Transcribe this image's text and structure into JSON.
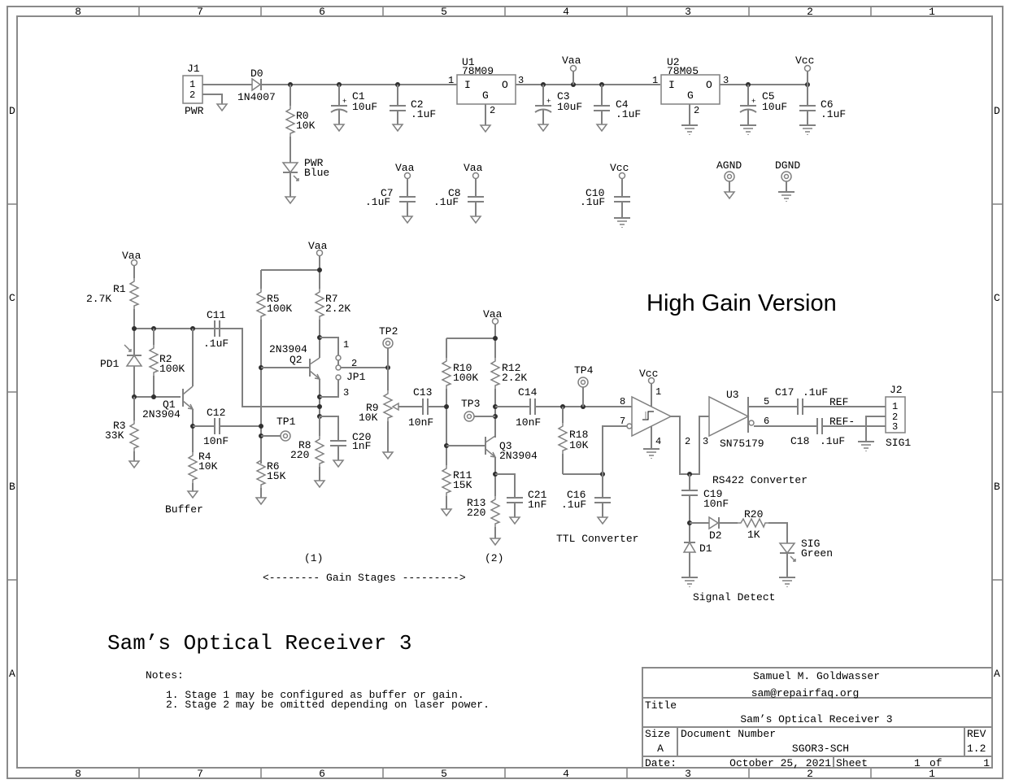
{
  "frame": {
    "columns": [
      "8",
      "7",
      "6",
      "5",
      "4",
      "3",
      "2",
      "1"
    ],
    "rows": [
      "D",
      "C",
      "B",
      "A"
    ]
  },
  "heading": "High Gain Version",
  "title_big": "Sam’s Optical Receiver 3",
  "notes": {
    "label": "Notes:",
    "items": [
      "1. Stage 1 may be configured as buffer or gain.",
      "2. Stage 2 may be omitted depending on laser power."
    ]
  },
  "sections": {
    "buffer": "Buffer",
    "stage1": "(1)",
    "stage2": "(2)",
    "gain_stages": "<-------- Gain Stages --------->",
    "ttl": "TTL Converter",
    "rs422": "RS422 Converter",
    "signal_detect": "Signal Detect"
  },
  "power": {
    "J1": {
      "ref": "J1",
      "pins": [
        "1",
        "2"
      ],
      "name": "PWR"
    },
    "D0": {
      "ref": "D0",
      "value": "1N4007"
    },
    "R0": {
      "ref": "R0",
      "value": "10K"
    },
    "LED_PWR": {
      "ref": "PWR",
      "value": "Blue"
    },
    "C1": {
      "ref": "C1",
      "value": "10uF"
    },
    "C2": {
      "ref": "C2",
      "value": ".1uF"
    },
    "U1": {
      "ref": "U1",
      "value": "78M09",
      "pin_in": "1",
      "pin_out": "3",
      "pin_gnd": "2",
      "I": "I",
      "O": "O",
      "G": "G"
    },
    "C3": {
      "ref": "C3",
      "value": "10uF"
    },
    "C4": {
      "ref": "C4",
      "value": ".1uF"
    },
    "U2": {
      "ref": "U2",
      "value": "78M05",
      "pin_in": "1",
      "pin_out": "3",
      "pin_gnd": "2",
      "I": "I",
      "O": "O",
      "G": "G"
    },
    "C5": {
      "ref": "C5",
      "value": "10uF"
    },
    "C6": {
      "ref": "C6",
      "value": ".1uF"
    },
    "C7": {
      "ref": "C7",
      "value": ".1uF"
    },
    "C8": {
      "ref": "C8",
      "value": ".1uF"
    },
    "C10": {
      "ref": "C10",
      "value": ".1uF"
    },
    "AGND": "AGND",
    "DGND": "DGND",
    "vaa": "Vaa",
    "vcc": "Vcc"
  },
  "stage1": {
    "R1": {
      "ref": "R1",
      "value": "2.7K"
    },
    "PD1": {
      "ref": "PD1"
    },
    "R2": {
      "ref": "R2",
      "value": "100K"
    },
    "R3": {
      "ref": "R3",
      "value": "33K"
    },
    "Q1": {
      "ref": "Q1",
      "value": "2N3904"
    },
    "R4": {
      "ref": "R4",
      "value": "10K"
    },
    "C11": {
      "ref": "C11",
      "value": ".1uF"
    },
    "C12": {
      "ref": "C12",
      "value": "10nF"
    },
    "TP1": "TP1",
    "R5": {
      "ref": "R5",
      "value": "100K"
    },
    "R6": {
      "ref": "R6",
      "value": "15K"
    },
    "R7": {
      "ref": "R7",
      "value": "2.2K"
    },
    "Q2": {
      "ref": "Q2",
      "value": "2N3904"
    },
    "JP1": {
      "ref": "JP1",
      "pins": [
        "1",
        "2",
        "3"
      ]
    },
    "R8": {
      "ref": "R8",
      "value": "220"
    },
    "C20": {
      "ref": "C20",
      "value": "1nF"
    },
    "TP2": "TP2",
    "R9": {
      "ref": "R9",
      "value": "10K"
    }
  },
  "stage2": {
    "C13": {
      "ref": "C13",
      "value": "10nF"
    },
    "R10": {
      "ref": "R10",
      "value": "100K"
    },
    "R11": {
      "ref": "R11",
      "value": "15K"
    },
    "R12": {
      "ref": "R12",
      "value": "2.2K"
    },
    "TP3": "TP3",
    "Q3": {
      "ref": "Q3",
      "value": "2N3904"
    },
    "R13": {
      "ref": "R13",
      "value": "220"
    },
    "C21": {
      "ref": "C21",
      "value": "1nF"
    }
  },
  "ttl": {
    "C14": {
      "ref": "C14",
      "value": "10nF"
    },
    "TP4": "TP4",
    "R18": {
      "ref": "R18",
      "value": "10K"
    },
    "C16": {
      "ref": "C16",
      "value": ".1uF"
    },
    "comparator_pins": {
      "in_plus": "8",
      "in_minus": "7",
      "vcc": "1",
      "gnd": "4",
      "out": "2"
    }
  },
  "rs422": {
    "U3": {
      "ref": "U3",
      "value": "SN75179",
      "pin_in": "3",
      "pin_out_p": "5",
      "pin_out_n": "6"
    },
    "C17": {
      "ref": "C17",
      "value": ".1uF"
    },
    "C18": {
      "ref": "C18",
      "value": ".1uF"
    },
    "net_ref": "REF",
    "net_ref_n": "REF-",
    "J2": {
      "ref": "J2",
      "pins": [
        "1",
        "2",
        "3"
      ],
      "name": "SIG1"
    }
  },
  "detect": {
    "C19": {
      "ref": "C19",
      "value": "10nF"
    },
    "D1": {
      "ref": "D1"
    },
    "D2": {
      "ref": "D2"
    },
    "R20": {
      "ref": "R20",
      "value": "1K"
    },
    "LED_SIG": {
      "ref": "SIG",
      "value": "Green"
    }
  },
  "title_block": {
    "author": "Samuel M. Goldwasser",
    "email": "sam@repairfaq.org",
    "title_label": "Title",
    "title": "Sam’s Optical Receiver 3",
    "size_label": "Size",
    "size": "A",
    "docnum_label": "Document Number",
    "docnum": "SGOR3-SCH",
    "rev_label": "REV",
    "rev": "1.2",
    "date_label": "Date:",
    "date": "October 25, 2021",
    "sheet_label": "Sheet",
    "sheet": "1",
    "of_label": "of",
    "sheet_total": "1"
  }
}
